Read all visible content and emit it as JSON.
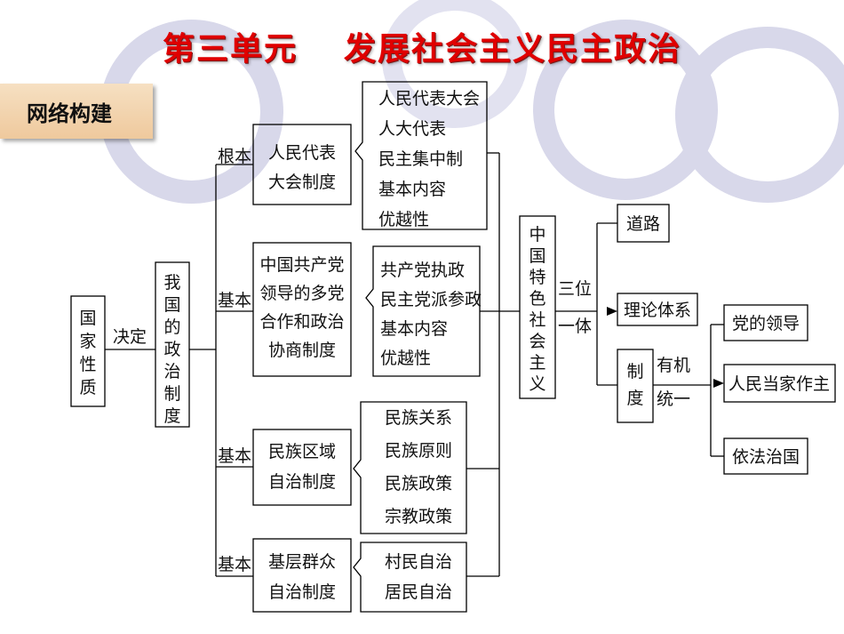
{
  "title": {
    "left": "第三单元",
    "right": "发展社会主义民主政治"
  },
  "tag": "网络构建",
  "root": "国家性质",
  "decide": "决定",
  "system": "我国的政治制度",
  "branches": [
    {
      "relation": "根本",
      "system": [
        "人民代表",
        "大会制度"
      ],
      "items": [
        "人民代表大会",
        "人大代表",
        "民主集中制",
        "基本内容",
        "优越性"
      ]
    },
    {
      "relation": "基本",
      "system": [
        "中国共产党",
        "领导的多党",
        "合作和政治",
        "协商制度"
      ],
      "items": [
        "共产党执政",
        "民主党派参政",
        "基本内容",
        "优越性"
      ]
    },
    {
      "relation": "基本",
      "system": [
        "民族区域",
        "自治制度"
      ],
      "items": [
        "民族关系",
        "民族原则",
        "民族政策",
        "宗教政策"
      ]
    },
    {
      "relation": "基本",
      "system": [
        "基层群众",
        "自治制度"
      ],
      "items": [
        "村民自治",
        "居民自治"
      ]
    }
  ],
  "socialism": "中国特色社会主义",
  "trinity": [
    "三位",
    "一体"
  ],
  "components": {
    "road": "道路",
    "theory": "理论体系",
    "system": "制度"
  },
  "organic": [
    "有机",
    "统一"
  ],
  "unity": [
    "党的领导",
    "人民当家作主",
    "依法治国"
  ],
  "colors": {
    "title": "#e00000",
    "tag_bg": "#f3d5b0",
    "decor": "#d8d8ea",
    "line": "#000000"
  }
}
